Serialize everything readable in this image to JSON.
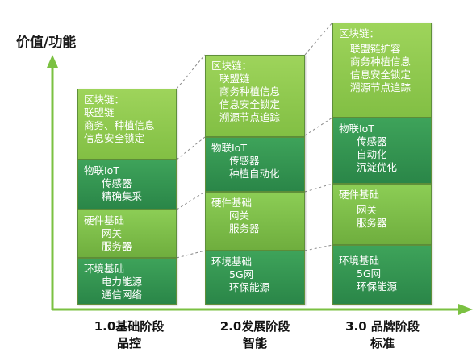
{
  "axis": {
    "y_label": "价值/功能"
  },
  "stages": [
    {
      "title": "1.0基础阶段",
      "subtitle": "品控",
      "layers": [
        {
          "name": "区块链：",
          "items": [
            "联盟链",
            "商务、种植信息",
            "信息安全锁定"
          ]
        },
        {
          "name": "物联IoT",
          "items": [
            "传感器",
            "精确集采"
          ]
        },
        {
          "name": "硬件基础",
          "items": [
            "网关",
            "服务器"
          ]
        },
        {
          "name": "环境基础",
          "items": [
            "电力能源",
            "通信网络"
          ]
        }
      ]
    },
    {
      "title": "2.0发展阶段",
      "subtitle": "智能",
      "layers": [
        {
          "name": "区块链：",
          "items": [
            "联盟链",
            "商务种植信息",
            "信息安全锁定",
            "溯源节点追踪"
          ]
        },
        {
          "name": "物联IoT",
          "items": [
            "传感器",
            "种植自动化"
          ]
        },
        {
          "name": "硬件基础",
          "items": [
            "网关",
            "服务器"
          ]
        },
        {
          "name": "环境基础",
          "items": [
            "5G网",
            "环保能源"
          ]
        }
      ]
    },
    {
      "title": "3.0 品牌阶段",
      "subtitle": "标准",
      "layers": [
        {
          "name": "区块链：",
          "items": [
            "联盟链扩容",
            "商务种植信息",
            "信息安全锁定",
            "溯源节点追踪"
          ]
        },
        {
          "name": "物联IoT",
          "items": [
            "传感器",
            "自动化",
            "沉淀优化"
          ]
        },
        {
          "name": "硬件基础",
          "items": [
            "网关",
            "服务器"
          ]
        },
        {
          "name": "环境基础",
          "items": [
            "5G网",
            "环保能源"
          ]
        }
      ]
    }
  ]
}
